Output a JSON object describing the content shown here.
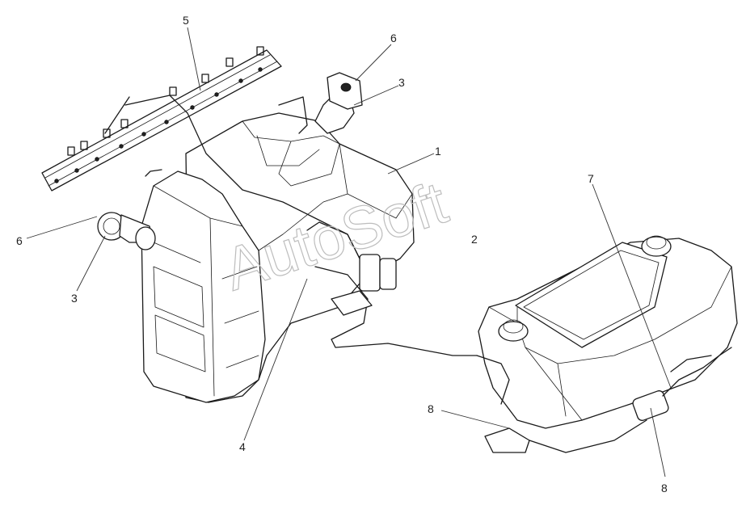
{
  "watermark": "AutoSoft",
  "callouts": [
    {
      "id": "c5a",
      "label": "5"
    },
    {
      "id": "c6a",
      "label": "6"
    },
    {
      "id": "c3a",
      "label": "3"
    },
    {
      "id": "c1",
      "label": "1"
    },
    {
      "id": "c7",
      "label": "7"
    },
    {
      "id": "c2",
      "label": "2"
    },
    {
      "id": "c6b",
      "label": "6"
    },
    {
      "id": "c3b",
      "label": "3"
    },
    {
      "id": "c4",
      "label": "4"
    },
    {
      "id": "c8a",
      "label": "8"
    },
    {
      "id": "c8b",
      "label": "8"
    }
  ]
}
